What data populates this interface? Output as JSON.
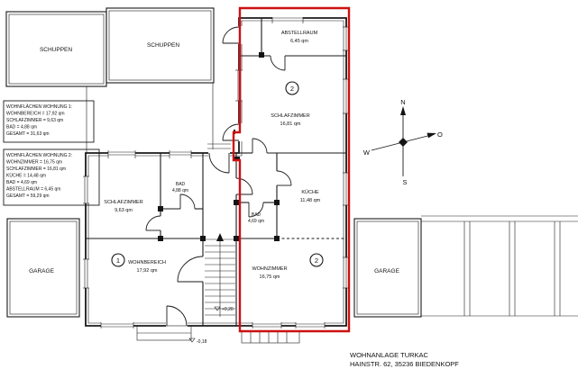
{
  "colors": {
    "ink": "#1a1a1a",
    "highlight_red": "#cc1111",
    "paper": "#ffffff"
  },
  "title_block": {
    "project": "WOHNANLAGE TURKAC",
    "address": "HAINSTR. 62, 35236 BIEDENKOPF"
  },
  "area_table_1": {
    "lines": [
      "WOHNFLÄCHEN WOHNUNG 1:",
      "WOHNBEREICH = 17,92 qm",
      "SCHLAFZIMMER = 9,63 qm",
      "BAD = 4,88 qm",
      "GESAMT = 31,63 qm"
    ]
  },
  "area_table_2": {
    "lines": [
      "WOHNFLÄCHEN WOHNUNG 2:",
      "WOHNZIMMER = 16,75 qm",
      "SCHLAFZIMMER = 16,81 qm",
      "KÜCHE = 14,48 qm",
      "BAD = 4,69 qm",
      "ABSTELLRAUM = 6,45 qm",
      "GESAMT = 59,29 qm"
    ]
  },
  "rooms": {
    "schuppen_left": {
      "name": "SCHUPPEN"
    },
    "schuppen_right": {
      "name": "SCHUPPEN"
    },
    "abstellraum": {
      "name": "ABSTELLRAUM",
      "area": "6,45 qm"
    },
    "schlafzimmer_2": {
      "name": "SCHLAFZIMMER",
      "area": "16,81 qm"
    },
    "kueche": {
      "name": "KÜCHE",
      "area": "11,48 qm"
    },
    "bad_2": {
      "name": "BAD",
      "area": "4,69 qm"
    },
    "wohnzimmer": {
      "name": "WOHNZIMMER",
      "area": "16,75 qm"
    },
    "schlafzimmer_1": {
      "name": "SCHLAFZIMMER",
      "area": "9,63 qm"
    },
    "bad_1": {
      "name": "BAD",
      "area": "4,88 qm"
    },
    "wohnbereich": {
      "name": "WOHNBEREICH",
      "area": "17,92 qm"
    },
    "garage_left": {
      "name": "GARAGE"
    },
    "garage_right": {
      "name": "GARAGE"
    }
  },
  "unit_markers": {
    "wohnung_1": "1",
    "wohnung_2": "2"
  },
  "compass": {
    "north": "N",
    "east": "O",
    "south": "S",
    "west": "W"
  },
  "levels": {
    "stair": "+0,20",
    "entrance": "-0,18"
  }
}
